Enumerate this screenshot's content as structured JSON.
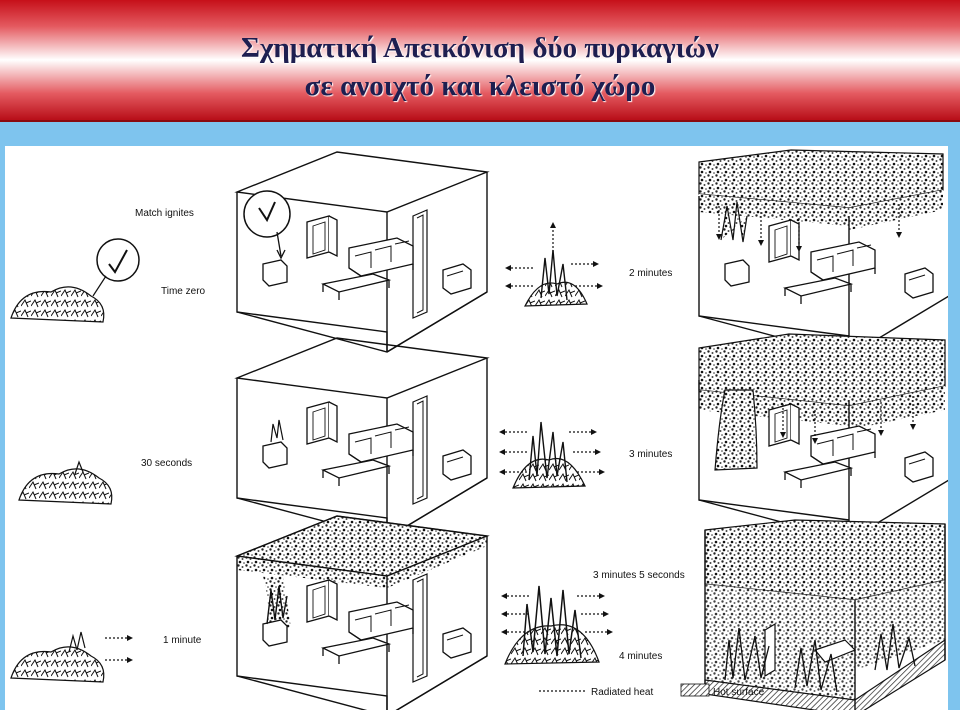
{
  "title": {
    "line1": "Σχηματική Απεικόνιση δύο πυρκαγιών",
    "line2": "σε ανοιχτό  και  κλειστό χώρο"
  },
  "stages": [
    {
      "label": "Match ignites"
    },
    {
      "label": "Time zero"
    },
    {
      "label": "2 minutes"
    },
    {
      "label": "30 seconds"
    },
    {
      "label": "3 minutes"
    },
    {
      "label": "1 minute"
    },
    {
      "label": "3 minutes 5 seconds"
    },
    {
      "label": "4 minutes"
    }
  ],
  "legend": {
    "radiated_heat": "Radiated heat",
    "hot_surface": "Hot surface"
  },
  "colors": {
    "background": "#7ec4ee",
    "title_red": "#c6101a",
    "title_text": "#1e1e50"
  }
}
